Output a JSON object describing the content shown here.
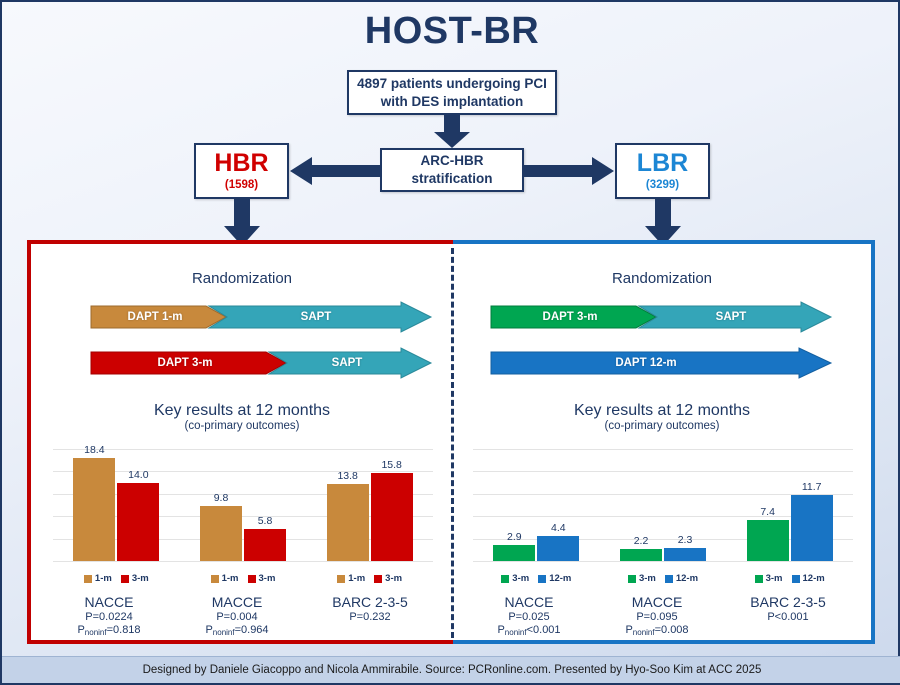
{
  "title": "HOST-BR",
  "flow": {
    "population": "4897 patients undergoing PCI with DES implantation",
    "population_line1": "4897 patients undergoing PCI",
    "population_line2": "with DES implantation",
    "stratification_line1": "ARC-HBR",
    "stratification_line2": "stratification",
    "hbr_label": "HBR",
    "hbr_n": "(1598)",
    "lbr_label": "LBR",
    "lbr_n": "(3299)"
  },
  "colors": {
    "navy": "#1f3864",
    "hbr_red": "#d00000",
    "lbr_blue": "#1c86d4",
    "panel_red_border": "#c00000",
    "panel_blue_border": "#1874c4",
    "dapt1m_orange": "#c8893c",
    "dapt3m_red": "#cc0000",
    "sapt_teal": "#34a5b8",
    "dapt3m_green": "#00a651",
    "dapt12m_blue": "#1874c4"
  },
  "left_panel": {
    "randomization_label": "Randomization",
    "arms": [
      {
        "first_label": "DAPT 1-m",
        "second_label": "SAPT"
      },
      {
        "first_label": "DAPT 3-m",
        "second_label": "SAPT"
      }
    ],
    "chart_title_line1": "Key results at 12 months",
    "chart_title_line2": "(co-primary outcomes)",
    "legend": [
      {
        "label": "1-m",
        "color": "#c8893c"
      },
      {
        "label": "3-m",
        "color": "#cc0000"
      }
    ],
    "outcomes": [
      {
        "name": "NACCE",
        "p": "P=0.0224",
        "pnoninf_prefix": "P",
        "pnoninf_sub": "noninf",
        "pnoninf_value": "=0.818"
      },
      {
        "name": "MACCE",
        "p": "P=0.004",
        "pnoninf_prefix": "P",
        "pnoninf_sub": "noninf",
        "pnoninf_value": "=0.964"
      },
      {
        "name": "BARC 2-3-5",
        "p": "P=0.232",
        "pnoninf_prefix": "",
        "pnoninf_sub": "",
        "pnoninf_value": ""
      }
    ]
  },
  "right_panel": {
    "randomization_label": "Randomization",
    "arms": [
      {
        "first_label": "DAPT 3-m",
        "second_label": "SAPT"
      },
      {
        "first_label": "DAPT 12-m",
        "second_label": ""
      }
    ],
    "chart_title_line1": "Key results at 12 months",
    "chart_title_line2": "(co-primary outcomes)",
    "legend": [
      {
        "label": "3-m",
        "color": "#00a651"
      },
      {
        "label": "12-m",
        "color": "#1874c4"
      }
    ],
    "outcomes": [
      {
        "name": "NACCE",
        "p": "P=0.025",
        "pnoninf_prefix": "P",
        "pnoninf_sub": "noninf",
        "pnoninf_value": "<0.001"
      },
      {
        "name": "MACCE",
        "p": "P=0.095",
        "pnoninf_prefix": "P",
        "pnoninf_sub": "noninf",
        "pnoninf_value": "=0.008"
      },
      {
        "name": "BARC 2-3-5",
        "p": "P<0.001",
        "pnoninf_prefix": "",
        "pnoninf_sub": "",
        "pnoninf_value": ""
      }
    ]
  },
  "footer": {
    "text": "Designed by Daniele Giacoppo and Nicola Ammirabile. Source: PCRonline.com. Presented by Hyo-Soo Kim at ACC 2025"
  },
  "chart_data": [
    {
      "type": "bar",
      "panel": "HBR",
      "title": "Key results at 12 months",
      "subtitle": "(co-primary outcomes)",
      "categories": [
        "NACCE",
        "MACCE",
        "BARC 2-3-5"
      ],
      "series": [
        {
          "name": "1-m",
          "color": "#c8893c",
          "values": [
            18.4,
            9.8,
            13.8
          ]
        },
        {
          "name": "3-m",
          "color": "#cc0000",
          "values": [
            14.0,
            5.8,
            15.8
          ]
        }
      ],
      "value_labels": [
        [
          "18.4",
          "14.0"
        ],
        [
          "9.8",
          "5.8"
        ],
        [
          "13.8",
          "15.8"
        ]
      ],
      "ylim": [
        0,
        20
      ],
      "ylabel": "",
      "xlabel": "",
      "grid": true,
      "legend_position": "bottom"
    },
    {
      "type": "bar",
      "panel": "LBR",
      "title": "Key results at 12 months",
      "subtitle": "(co-primary outcomes)",
      "categories": [
        "NACCE",
        "MACCE",
        "BARC 2-3-5"
      ],
      "series": [
        {
          "name": "3-m",
          "color": "#00a651",
          "values": [
            2.9,
            2.2,
            7.4
          ]
        },
        {
          "name": "12-m",
          "color": "#1874c4",
          "values": [
            4.4,
            2.3,
            11.7
          ]
        }
      ],
      "value_labels": [
        [
          "2.9",
          "4.4"
        ],
        [
          "2.2",
          "2.3"
        ],
        [
          "7.4",
          "11.7"
        ]
      ],
      "ylim": [
        0,
        20
      ],
      "ylabel": "",
      "xlabel": "",
      "grid": true,
      "legend_position": "bottom"
    }
  ]
}
